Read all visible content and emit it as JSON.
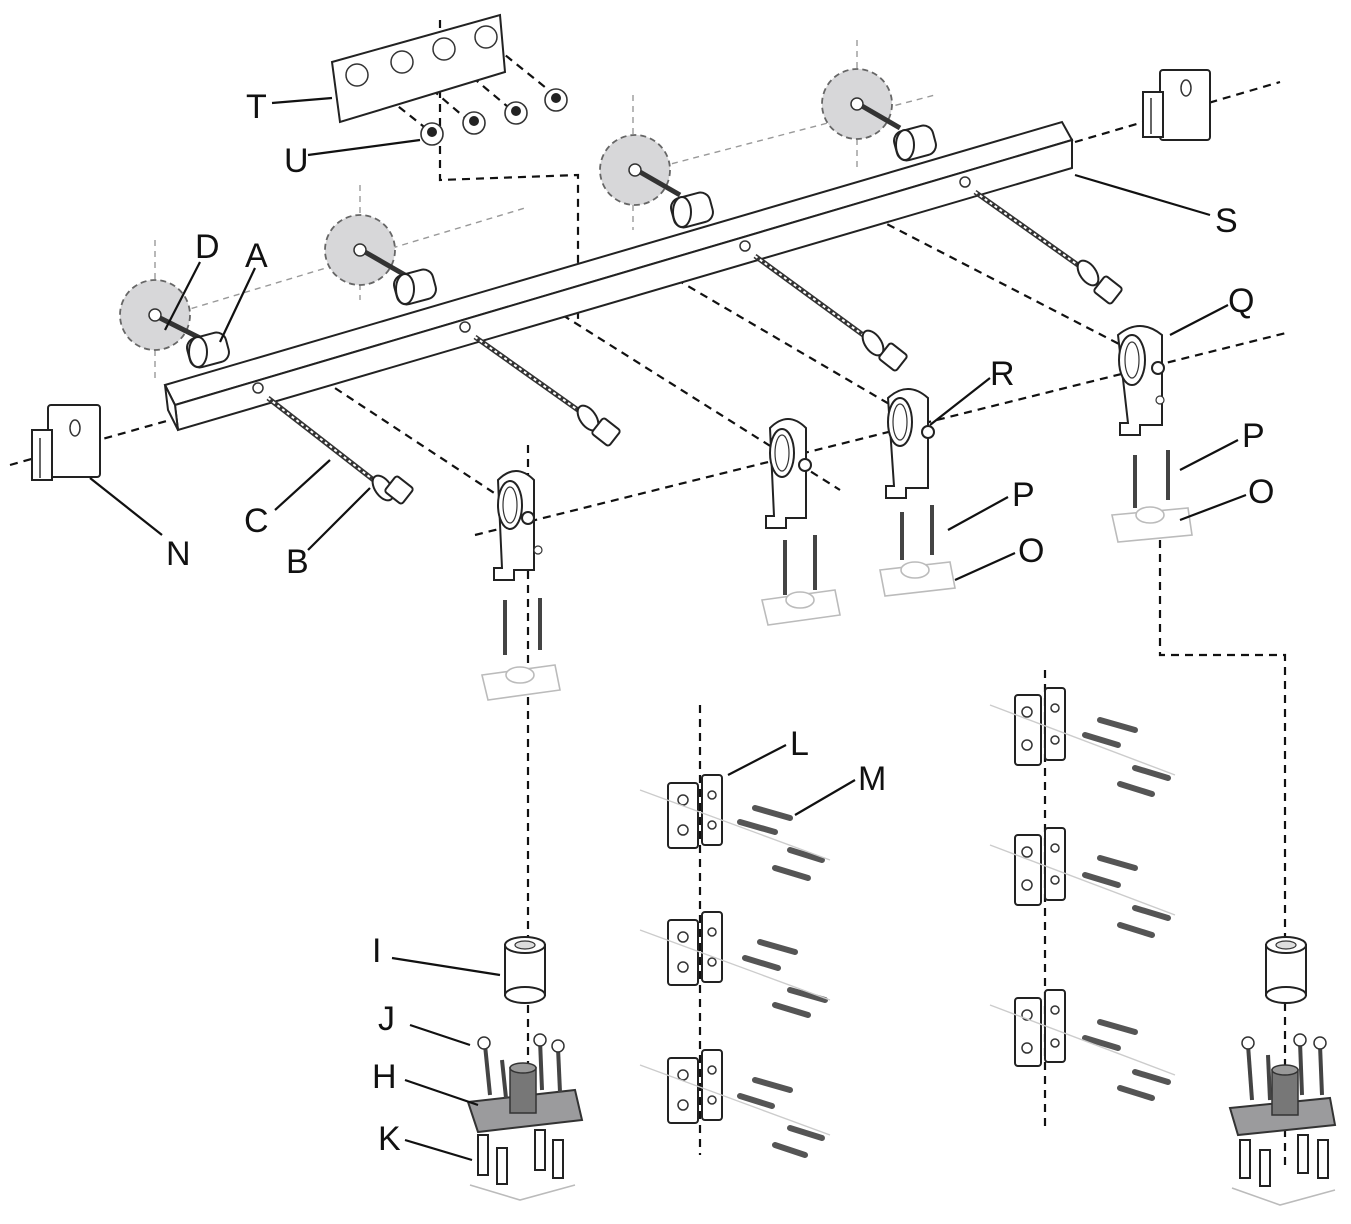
{
  "diagram": {
    "part_labels": {
      "A": "A",
      "B": "B",
      "C": "C",
      "D": "D",
      "H": "H",
      "I": "I",
      "J": "J",
      "K": "K",
      "L": "L",
      "M": "M",
      "N": "N",
      "O": "O",
      "P": "P",
      "Q": "Q",
      "R": "R",
      "S": "S",
      "T": "T",
      "U": "U"
    }
  }
}
